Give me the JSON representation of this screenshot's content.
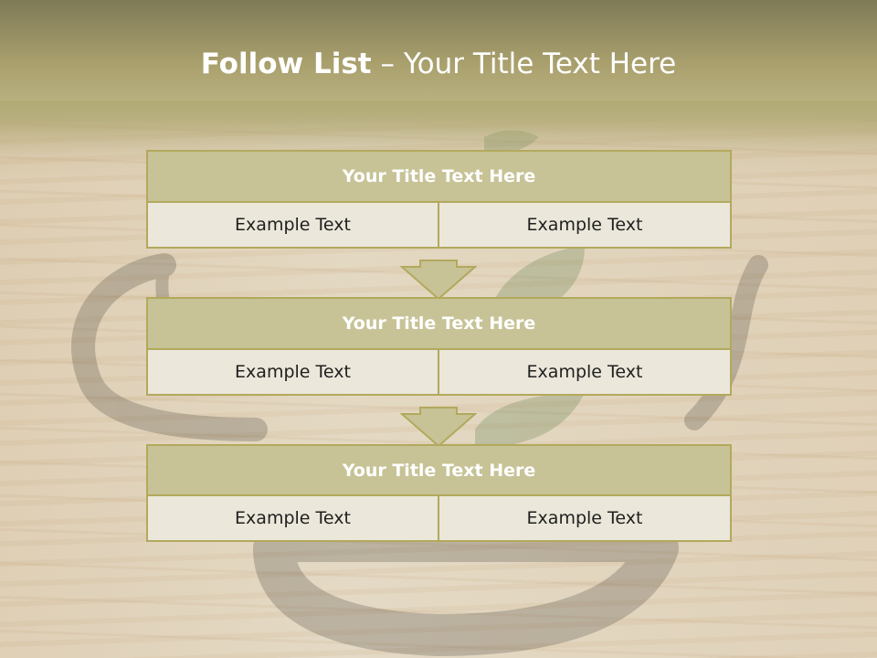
{
  "slide": {
    "title_bold": "Follow List",
    "title_rest": " – Your Title Text Here"
  },
  "steps": [
    {
      "title": "Your Title Text Here",
      "left": "Example Text",
      "right": "Example Text"
    },
    {
      "title": "Your Title Text Here",
      "left": "Example Text",
      "right": "Example Text"
    },
    {
      "title": "Your Title Text Here",
      "left": "Example Text",
      "right": "Example Text"
    }
  ],
  "colors": {
    "header_fill": "#c7c397",
    "border": "#b2a95d",
    "cell_fill": "#ebe7da",
    "arrow_fill": "#c7c397"
  }
}
